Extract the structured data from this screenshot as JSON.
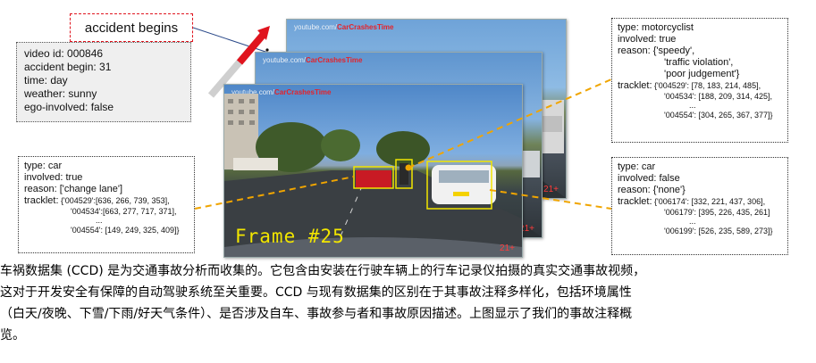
{
  "accident_label": "accident begins",
  "meta": {
    "lines": [
      "video id: 000846",
      "accident begin: 31",
      "time: day",
      "weather: sunny",
      "ego-involved: false"
    ]
  },
  "car_left": {
    "type": "type: car",
    "involved": "involved: true",
    "reason": "reason: ['change lane']",
    "tracklet_label": "tracklet:",
    "t1": "{'004529':[636, 266, 739, 353],",
    "t2": "'004534':[663, 277, 717, 371],",
    "ellipsis": "...",
    "t3": "'004554': [149, 249, 325, 409]}"
  },
  "motorcyclist": {
    "type": "type: motorcyclist",
    "involved": "involved: true",
    "reason1": "reason: {'speedy',",
    "reason2": "'traffic violation',",
    "reason3": "'poor judgement'}",
    "tracklet_label": "tracklet:",
    "t1": "{'004529': [78, 183, 214, 485],",
    "t2": "'004534': [188, 209, 314, 425],",
    "ellipsis": "...",
    "t3": "'004554': [304, 265, 367, 377]}"
  },
  "car_right": {
    "type": "type: car",
    "involved": "involved: false",
    "reason": "reason: {'none'}",
    "tracklet_label": "tracklet:",
    "t1": "{'006174': [332, 221, 437, 306],",
    "t2": "'006179': [395, 226, 435, 261]",
    "ellipsis": "...",
    "t3": "'006199': [526, 235, 589, 273]}"
  },
  "frames": {
    "watermark_prefix": "youtube.com/",
    "watermark_brand": "CarCrashesTime",
    "frame_label": "Frame #25",
    "counter_back": "21+",
    "counter_middle": "21+",
    "counter_front": "21+"
  },
  "caption": {
    "line1": "车祸数据集 (CCD) 是为交通事故分析而收集的。它包含由安装在行驶车辆上的行车记录仪拍摄的真实交通事故视频，",
    "line2": "这对于开发安全有保障的自动驾驶系统至关重要。CCD 与现有数据集的区别在于其事故注释多样化，包括环境属性",
    "line3": "（白天/夜晚、下雪/下雨/好天气条件）、是否涉及自车、事故参与者和事故原因描述。上图显示了我们的事故注释概",
    "line4": "览。"
  },
  "colors": {
    "accent_red": "#e0141e",
    "box_yellow": "#f2e600",
    "connector_orange": "#f0a500"
  }
}
